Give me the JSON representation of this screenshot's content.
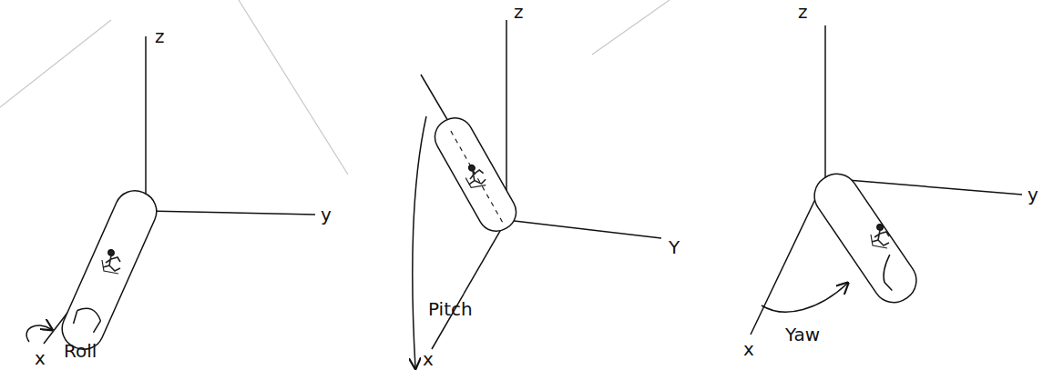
{
  "diagram": {
    "labels": [
      "z",
      "y",
      "x",
      "Roll",
      "z",
      "Y",
      "x",
      "Pitch",
      "z",
      "y",
      "x",
      "Yaw"
    ]
  }
}
